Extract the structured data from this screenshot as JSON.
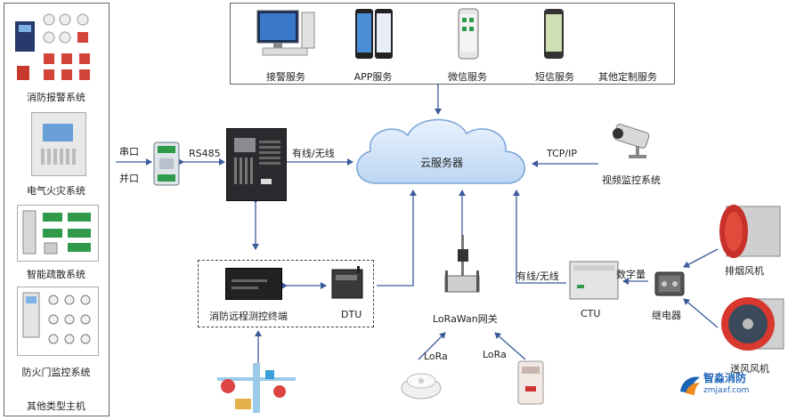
{
  "left_panel": {
    "systems": [
      "消防报警系统",
      "电气火灾系统",
      "智能疏散系统",
      "防火门监控系统"
    ],
    "footer": "其他类型主机"
  },
  "services": [
    "接警服务",
    "APP服务",
    "微信服务",
    "短信服务",
    "其他定制服务"
  ],
  "interfaces": {
    "serial": "串口",
    "parallel": "并口",
    "rs485": "RS485"
  },
  "links": {
    "wired_wireless": "有线/无线",
    "wired_wireless_2": "有线/无线",
    "tcpip": "TCP/IP",
    "digital": "数字量"
  },
  "cloud": "云服务器",
  "video": "视频监控系统",
  "remote_terminal": "消防远程测控终端",
  "dtu": "DTU",
  "gateway": "LoRaWan网关",
  "lora_1": "LoRa",
  "lora_2": "LoRa",
  "ctu": "CTU",
  "relay": "继电器",
  "smoke_fan": "排烟风机",
  "supply_fan": "送风风机",
  "watermark": {
    "name": "智淼消防",
    "url": "zmjaxf.com"
  },
  "colors": {
    "arrow": "#3b5a9a",
    "line": "#3b5a9a",
    "border": "#666666",
    "brand_blue": "#1b63b5",
    "brand_orange": "#f08a1c"
  }
}
